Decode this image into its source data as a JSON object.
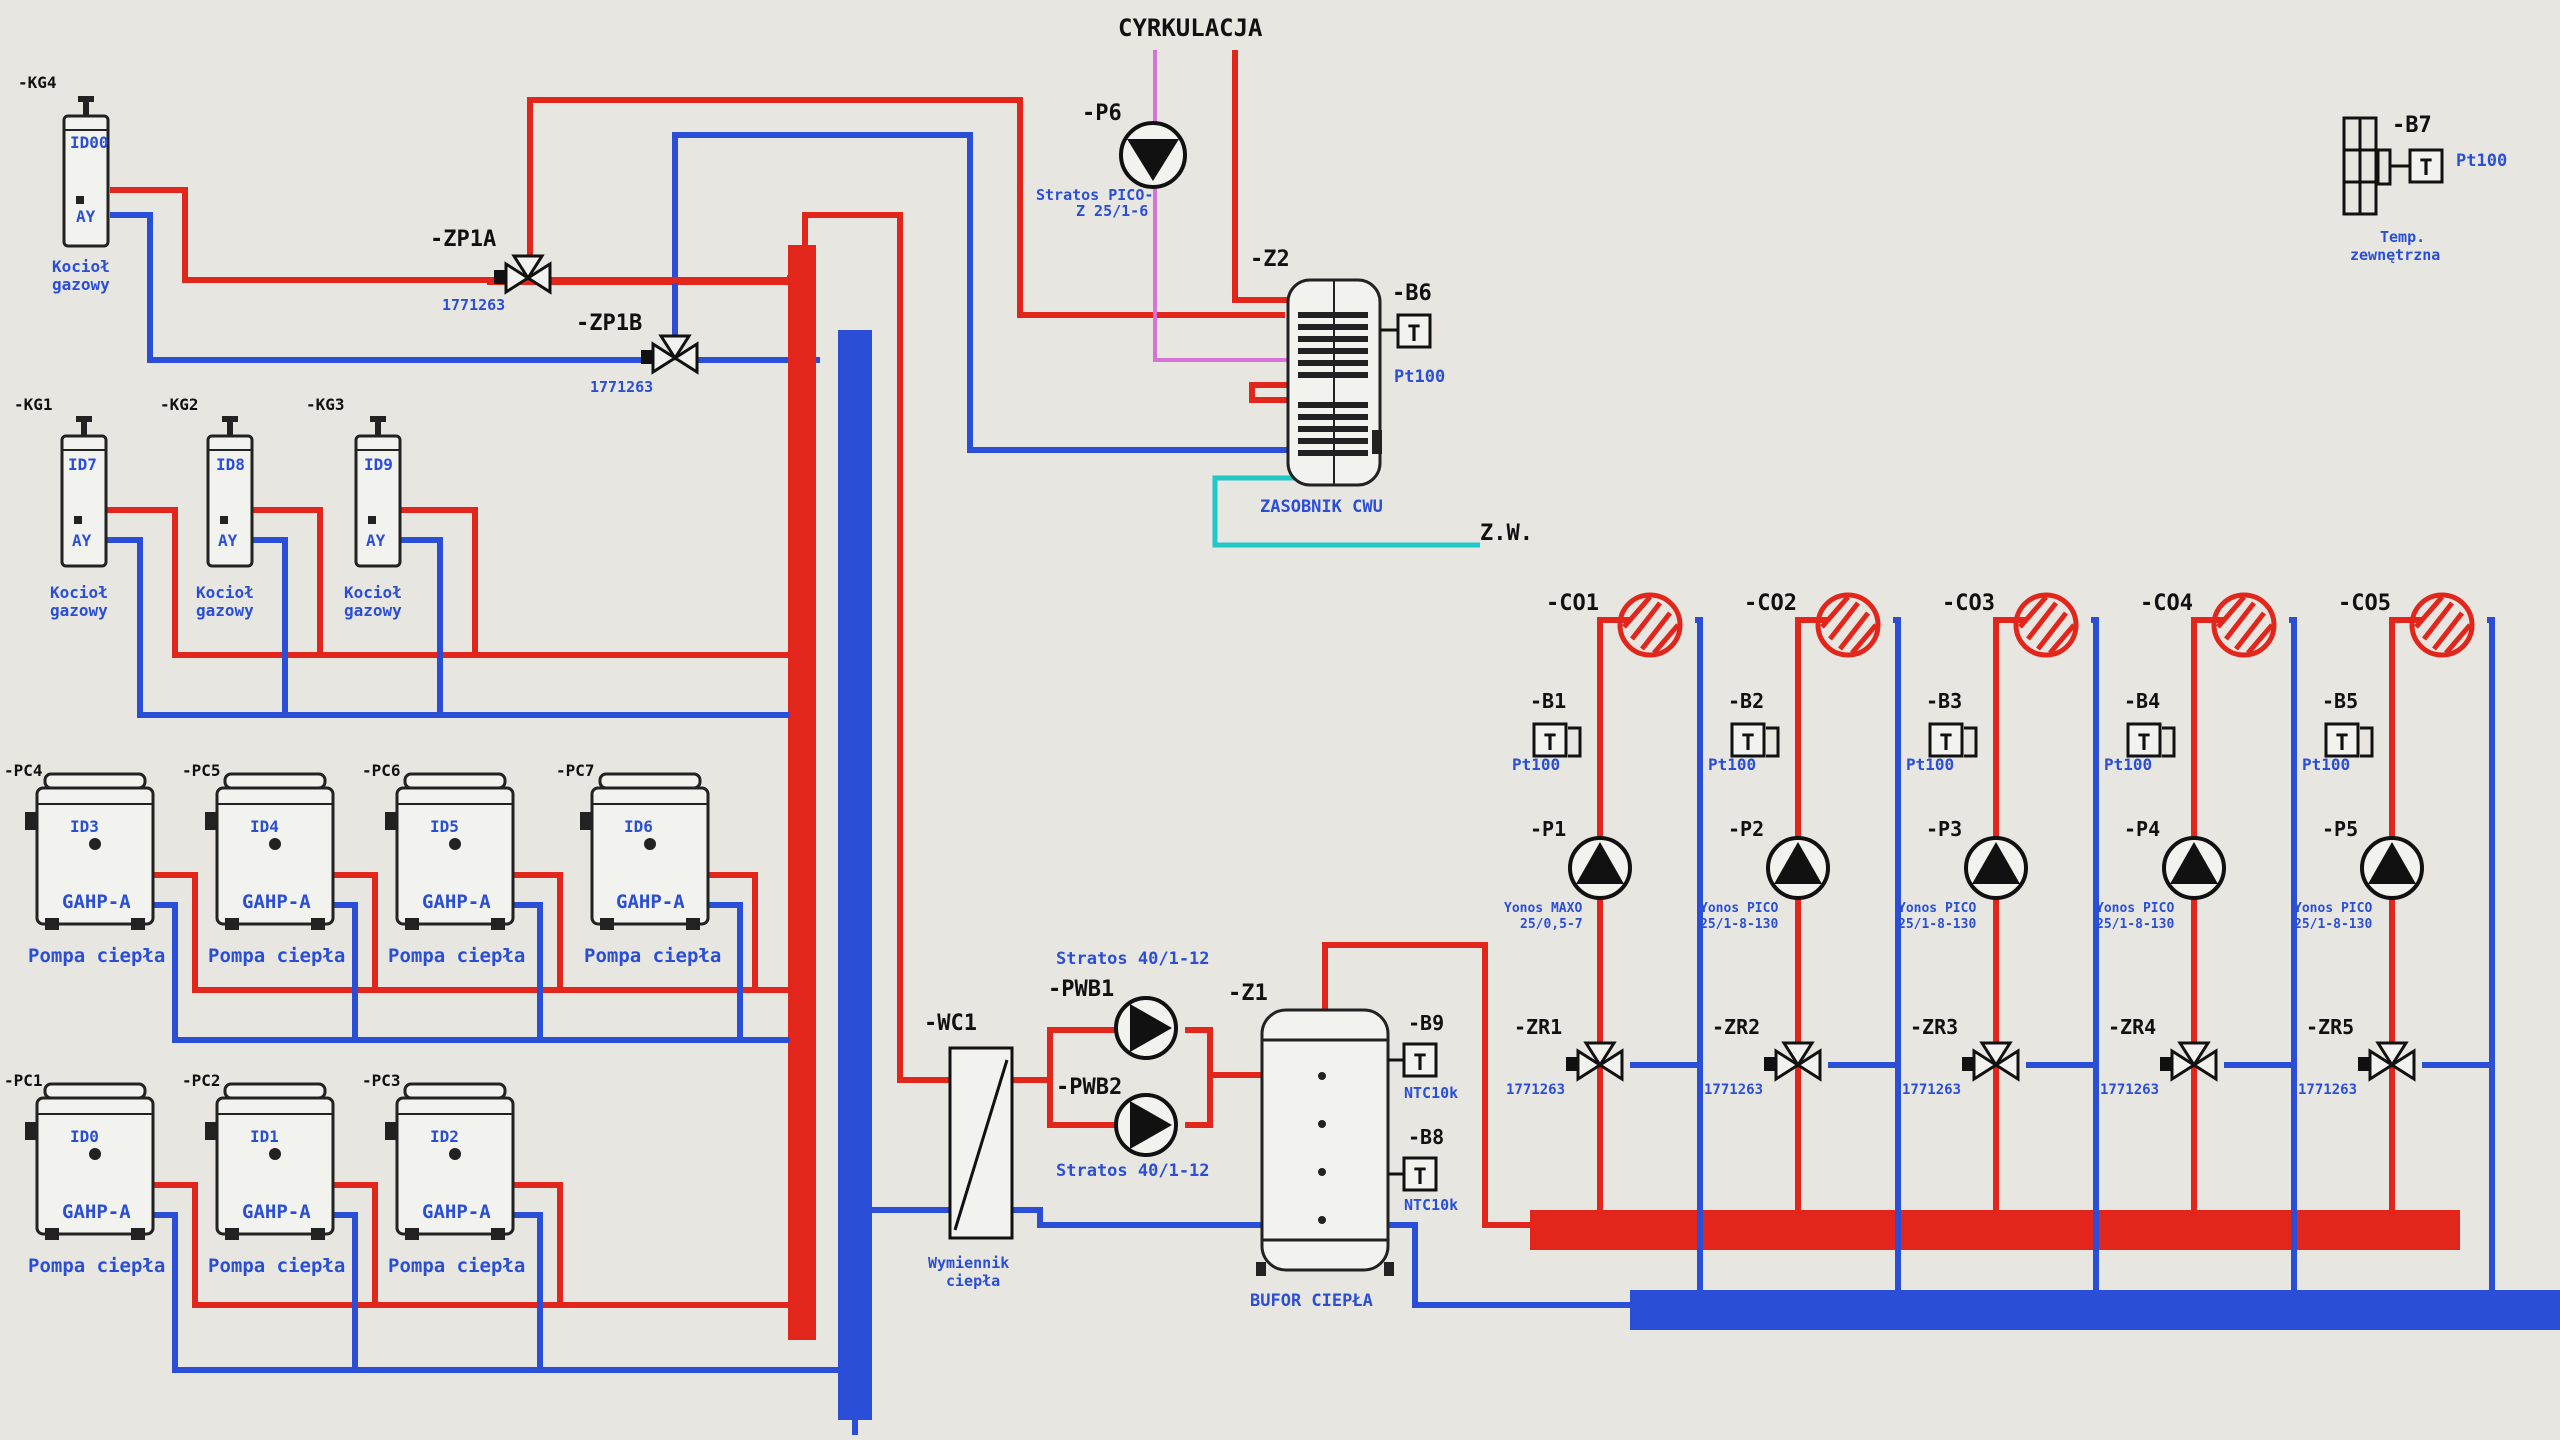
{
  "header": {
    "circulation_label": "CYRKULACJA"
  },
  "boilers": {
    "kg4": {
      "tag": "-KG4",
      "id": "ID00",
      "ay": "AY",
      "name1": "Kocioł",
      "name2": "gazowy"
    },
    "kg1": {
      "tag": "-KG1",
      "id": "ID7",
      "ay": "AY",
      "name1": "Kocioł",
      "name2": "gazowy"
    },
    "kg2": {
      "tag": "-KG2",
      "id": "ID8",
      "ay": "AY",
      "name1": "Kocioł",
      "name2": "gazowy"
    },
    "kg3": {
      "tag": "-KG3",
      "id": "ID9",
      "ay": "AY",
      "name1": "Kocioł",
      "name2": "gazowy"
    }
  },
  "valves_top": {
    "zp1a": {
      "tag": "-ZP1A",
      "model": "1771263"
    },
    "zp1b": {
      "tag": "-ZP1B",
      "model": "1771263"
    }
  },
  "dhw": {
    "pump_tag": "-P6",
    "pump_model_1": "Stratos PICO-",
    "pump_model_2": "Z 25/1-6",
    "tank_tag": "-Z2",
    "sensor_tag": "-B6",
    "sensor_type": "Pt100",
    "tank_label": "ZASOBNIK CWU",
    "cold_water_label": "Z.W."
  },
  "outdoor": {
    "tag": "-B7",
    "type": "Pt100",
    "label1": "Temp.",
    "label2": "zewnętrzna"
  },
  "heat_pumps": {
    "pc4": {
      "tag": "-PC4",
      "id": "ID3",
      "model": "GAHP-A",
      "name": "Pompa ciepła"
    },
    "pc5": {
      "tag": "-PC5",
      "id": "ID4",
      "model": "GAHP-A",
      "name": "Pompa ciepła"
    },
    "pc6": {
      "tag": "-PC6",
      "id": "ID5",
      "model": "GAHP-A",
      "name": "Pompa ciepła"
    },
    "pc7": {
      "tag": "-PC7",
      "id": "ID6",
      "model": "GAHP-A",
      "name": "Pompa ciepła"
    },
    "pc1": {
      "tag": "-PC1",
      "id": "ID0",
      "model": "GAHP-A",
      "name": "Pompa ciepła"
    },
    "pc2": {
      "tag": "-PC2",
      "id": "ID1",
      "model": "GAHP-A",
      "name": "Pompa ciepła"
    },
    "pc3": {
      "tag": "-PC3",
      "id": "ID2",
      "model": "GAHP-A",
      "name": "Pompa ciepła"
    }
  },
  "exchanger": {
    "tag": "-WC1",
    "label1": "Wymiennik",
    "label2": "ciepła"
  },
  "buffer_pumps": {
    "pwb1": {
      "tag": "-PWB1",
      "model": "Stratos 40/1-12"
    },
    "pwb2": {
      "tag": "-PWB2",
      "model": "Stratos 40/1-12"
    }
  },
  "buffer": {
    "tag": "-Z1",
    "label": "BUFOR CIEPŁA",
    "b9": {
      "tag": "-B9",
      "type": "NTC10k"
    },
    "b8": {
      "tag": "-B8",
      "type": "NTC10k"
    }
  },
  "circuits": {
    "c1": {
      "tag": "-CO1",
      "sensor": "-B1",
      "sensor_type": "Pt100",
      "pump": "-P1",
      "pump_model_1": "Yonos MAXO",
      "pump_model_2": "25/0,5-7",
      "valve": "-ZR1",
      "valve_model": "1771263"
    },
    "c2": {
      "tag": "-CO2",
      "sensor": "-B2",
      "sensor_type": "Pt100",
      "pump": "-P2",
      "pump_model_1": "Yonos PICO",
      "pump_model_2": "25/1-8-130",
      "valve": "-ZR2",
      "valve_model": "1771263"
    },
    "c3": {
      "tag": "-CO3",
      "sensor": "-B3",
      "sensor_type": "Pt100",
      "pump": "-P3",
      "pump_model_1": "Yonos PICO",
      "pump_model_2": "25/1-8-130",
      "valve": "-ZR3",
      "valve_model": "1771263"
    },
    "c4": {
      "tag": "-CO4",
      "sensor": "-B4",
      "sensor_type": "Pt100",
      "pump": "-P4",
      "pump_model_1": "Yonos PICO",
      "pump_model_2": "25/1-8-130",
      "valve": "-ZR4",
      "valve_model": "1771263"
    },
    "c5": {
      "tag": "-CO5",
      "sensor": "-B5",
      "sensor_type": "Pt100",
      "pump": "-P5",
      "pump_model_1": "Yonos PICO",
      "pump_model_2": "25/1-8-130",
      "valve": "-ZR5",
      "valve_model": "1771263"
    }
  },
  "colors": {
    "supply": "#e3261c",
    "return": "#2a4fd6",
    "cold_water": "#20c8c8",
    "circulation": "#d773d8"
  }
}
